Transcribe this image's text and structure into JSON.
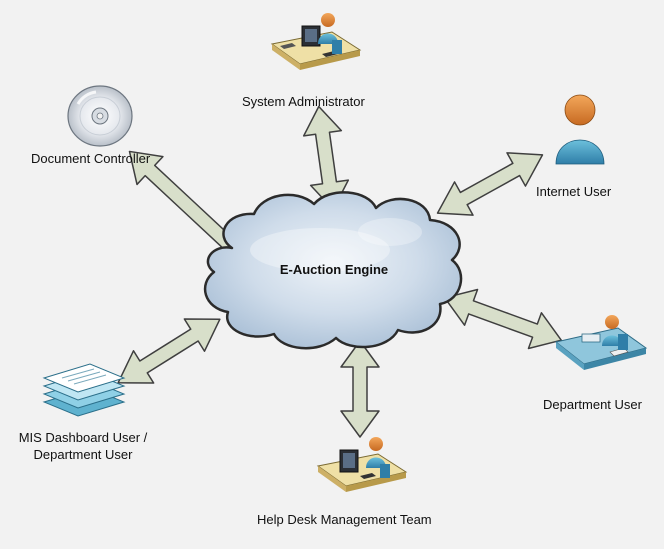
{
  "engine": {
    "label": "E-Auction Engine"
  },
  "actors": {
    "system_admin": "System Administrator",
    "document_controller": "Document Controller",
    "internet_user": "Internet User",
    "department_user": "Department User",
    "mis_dashboard_line1": "MIS Dashboard User /",
    "mis_dashboard_line2": "Department User",
    "help_desk": "Help Desk Management Team"
  },
  "colors": {
    "background": "#f2f2f2",
    "arrow_fill": "#d8dfca",
    "arrow_stroke": "#3f3f3f",
    "cloud_fill": "#c6d6e8",
    "cloud_stroke": "#2b2b2b",
    "person_skin": "#e2893a",
    "person_body": "#4fa6c8"
  },
  "icons": {
    "system_admin": "workstation-icon",
    "document_controller": "cd-disc-icon",
    "internet_user": "user-icon",
    "department_user": "workstation-icon",
    "mis_dashboard": "documents-stack-icon",
    "help_desk": "workstation-icon"
  }
}
